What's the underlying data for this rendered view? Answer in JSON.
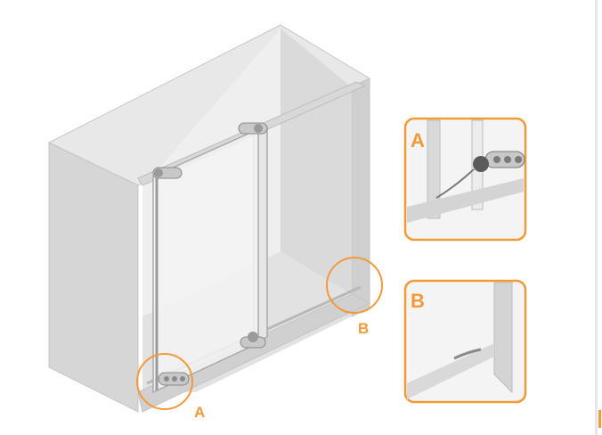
{
  "callouts": {
    "a_label": "A",
    "b_label": "B"
  },
  "insets": {
    "a_letter": "A",
    "b_letter": "B"
  },
  "colors": {
    "accent": "#f29a3a",
    "cabinet_light": "#e6e6e6",
    "cabinet_mid": "#d2d2d2",
    "cabinet_dark": "#bdbdbd",
    "glass": "#f2f2f2",
    "frame_line": "#a9a9a9",
    "hardware": "#8a8a8a"
  },
  "icons": {
    "hardware_clamp": "sliding-door-roller-icon",
    "track": "bottom-track-icon"
  }
}
